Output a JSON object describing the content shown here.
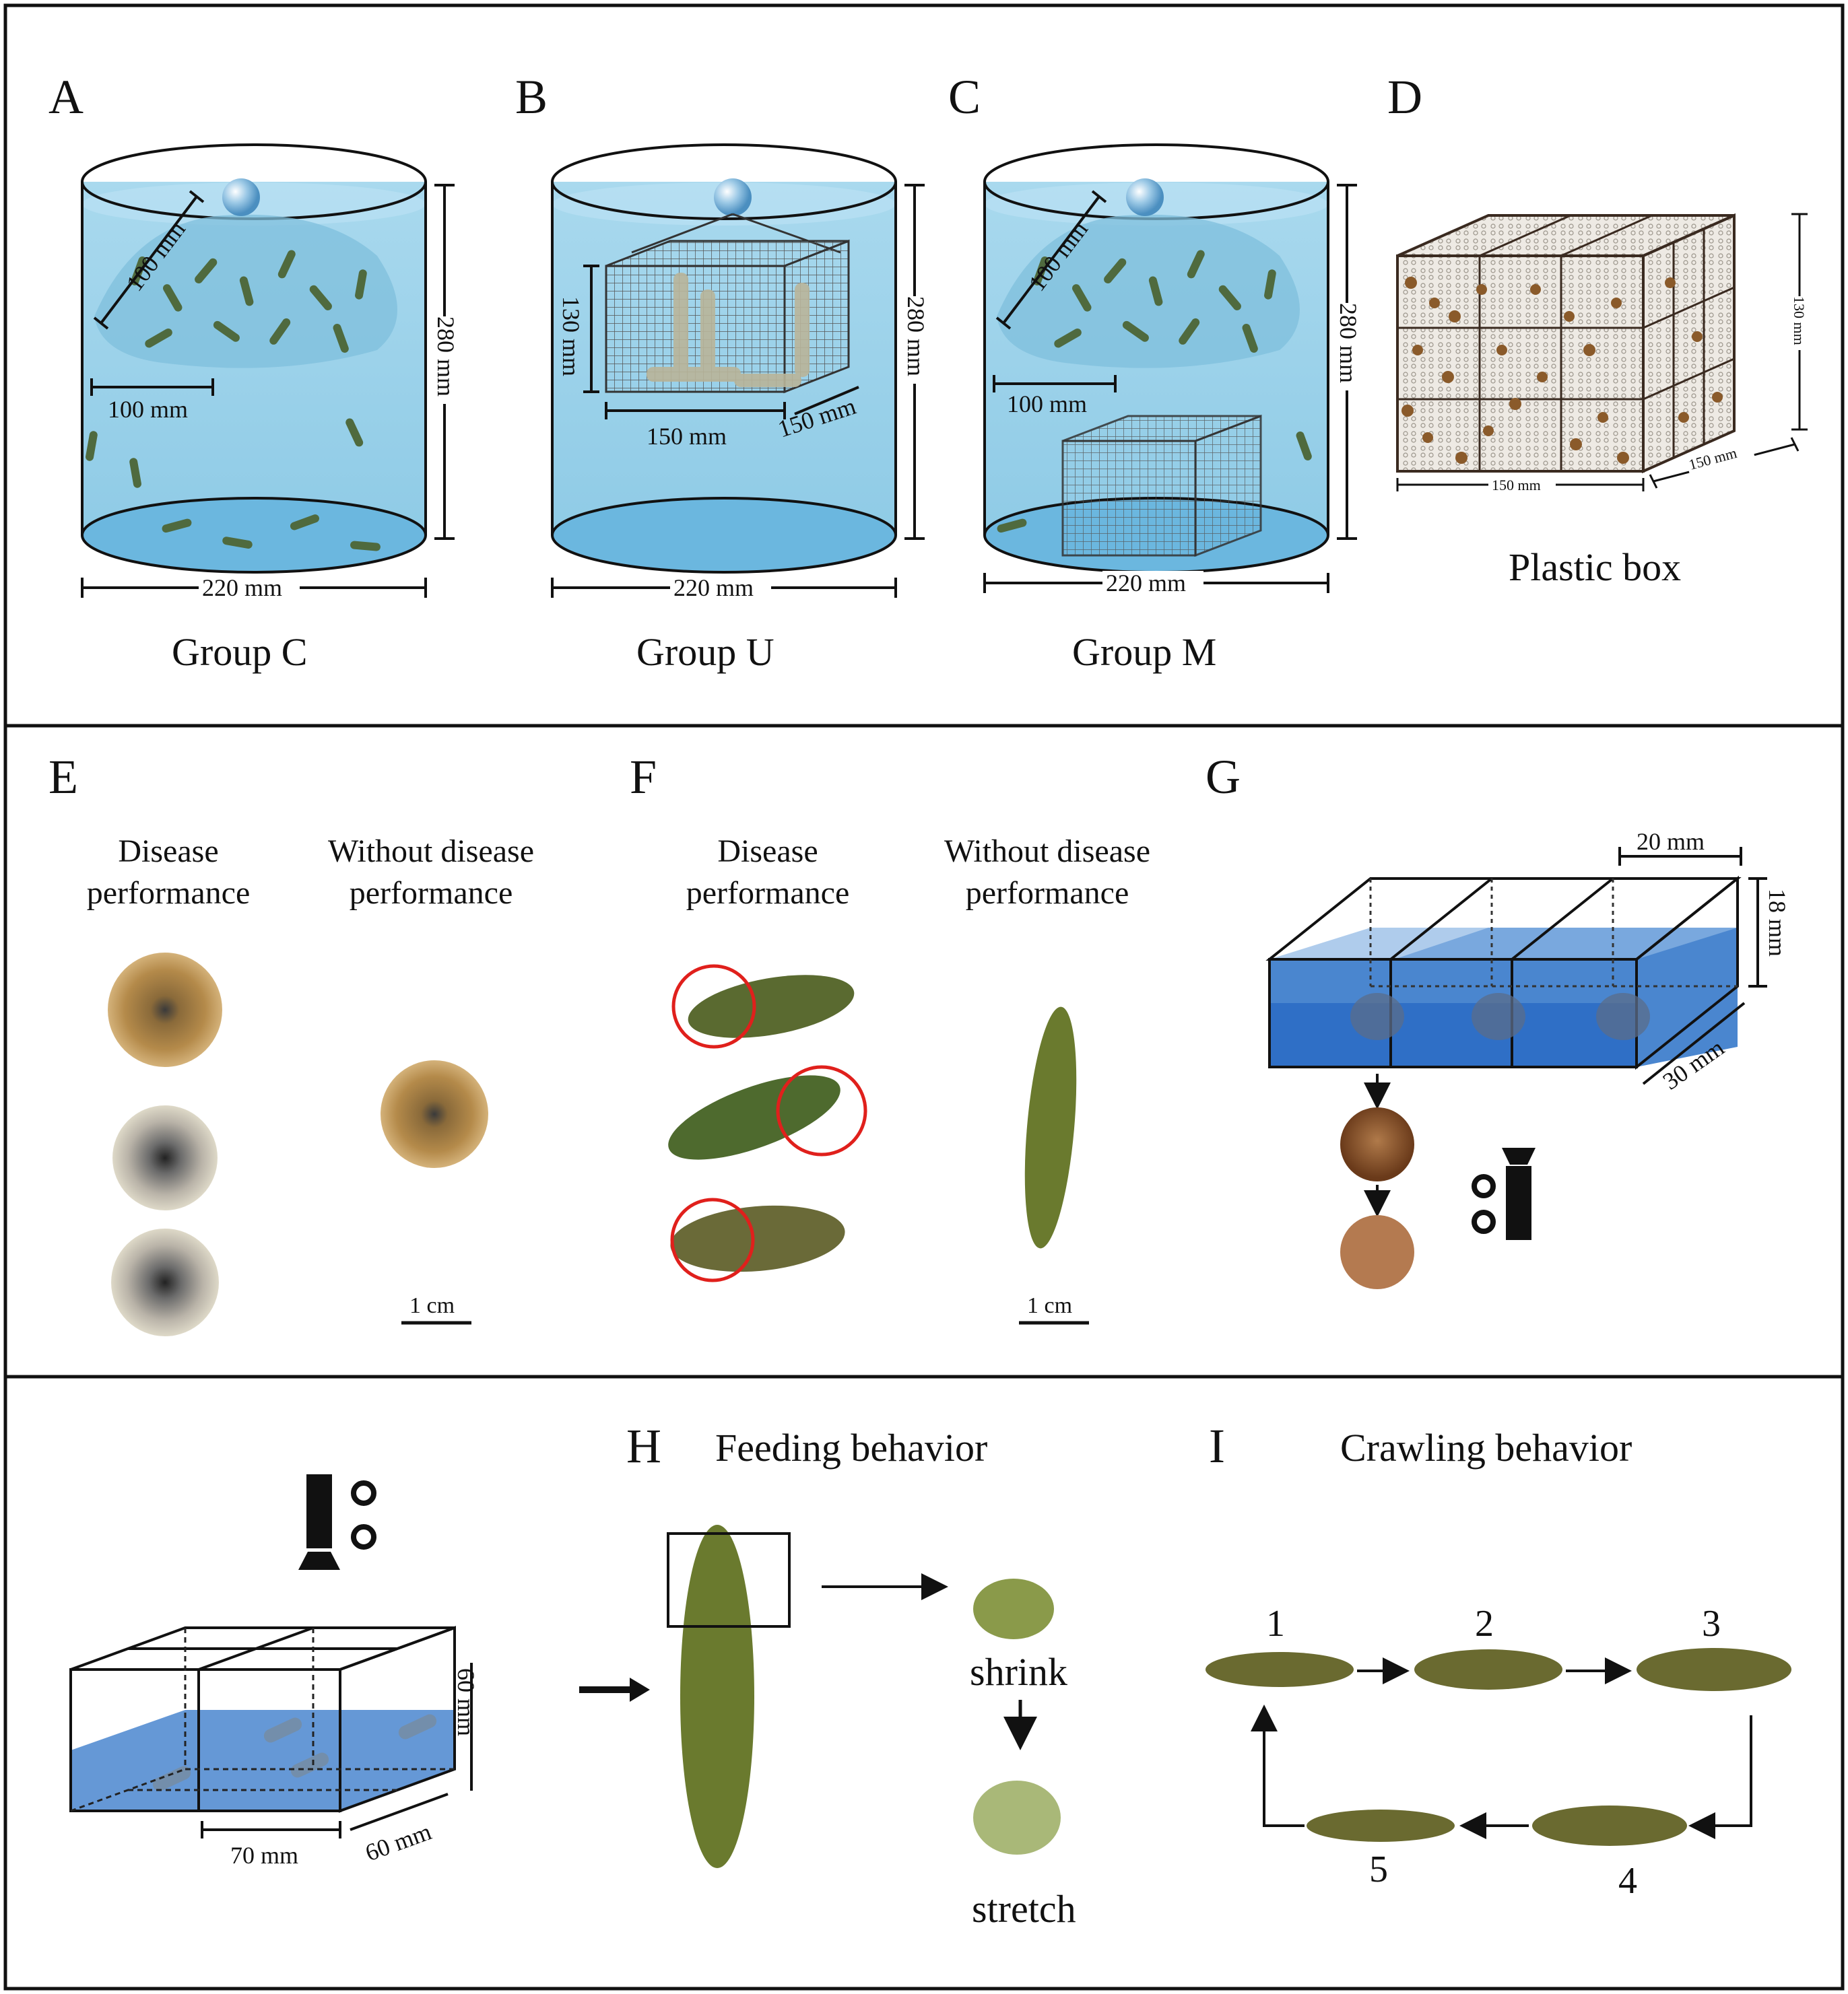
{
  "panels": {
    "A": {
      "letter": "A",
      "caption": "Group C",
      "dim_diag": "100 mm",
      "dim_horiz": "100 mm",
      "dim_height": "280 mm",
      "dim_width": "220 mm"
    },
    "B": {
      "letter": "B",
      "caption": "Group U",
      "dim_cage_h": "130 mm",
      "dim_cage_w": "150 mm",
      "dim_cage_d": "150 mm",
      "dim_height": "280 mm",
      "dim_width": "220 mm"
    },
    "C": {
      "letter": "C",
      "caption": "Group M",
      "dim_diag": "100 mm",
      "dim_horiz": "100 mm",
      "dim_height": "280 mm",
      "dim_width": "220 mm"
    },
    "D": {
      "letter": "D",
      "caption": "Plastic box",
      "dim_h": "130 mm",
      "dim_w": "150 mm",
      "dim_d": "150 mm"
    },
    "E": {
      "letter": "E",
      "left_label_1": "Disease",
      "left_label_2": "performance",
      "right_label_1": "Without disease",
      "right_label_2": "performance",
      "scale": "1 cm"
    },
    "F": {
      "letter": "F",
      "left_label_1": "Disease",
      "left_label_2": "performance",
      "right_label_1": "Without disease",
      "right_label_2": "performance",
      "scale": "1 cm"
    },
    "G": {
      "letter": "G",
      "dim_w": "20 mm",
      "dim_h": "18 mm",
      "dim_d": "30 mm"
    },
    "H": {
      "letter": "H",
      "title": "Feeding behavior",
      "tank_h": "60 mm",
      "tank_w": "70 mm",
      "tank_d": "60 mm",
      "shrink": "shrink",
      "stretch": "stretch"
    },
    "I": {
      "letter": "I",
      "title": "Crawling behavior",
      "steps": [
        "1",
        "2",
        "3",
        "4",
        "5"
      ]
    }
  },
  "colors": {
    "water": "#9fd3ea",
    "water_dark": "#5fb2dc",
    "blue_tank": "#4a86cf",
    "urchin": "#a07840",
    "cucumber": "#5b6a2a",
    "circle_red": "#e0201c"
  }
}
